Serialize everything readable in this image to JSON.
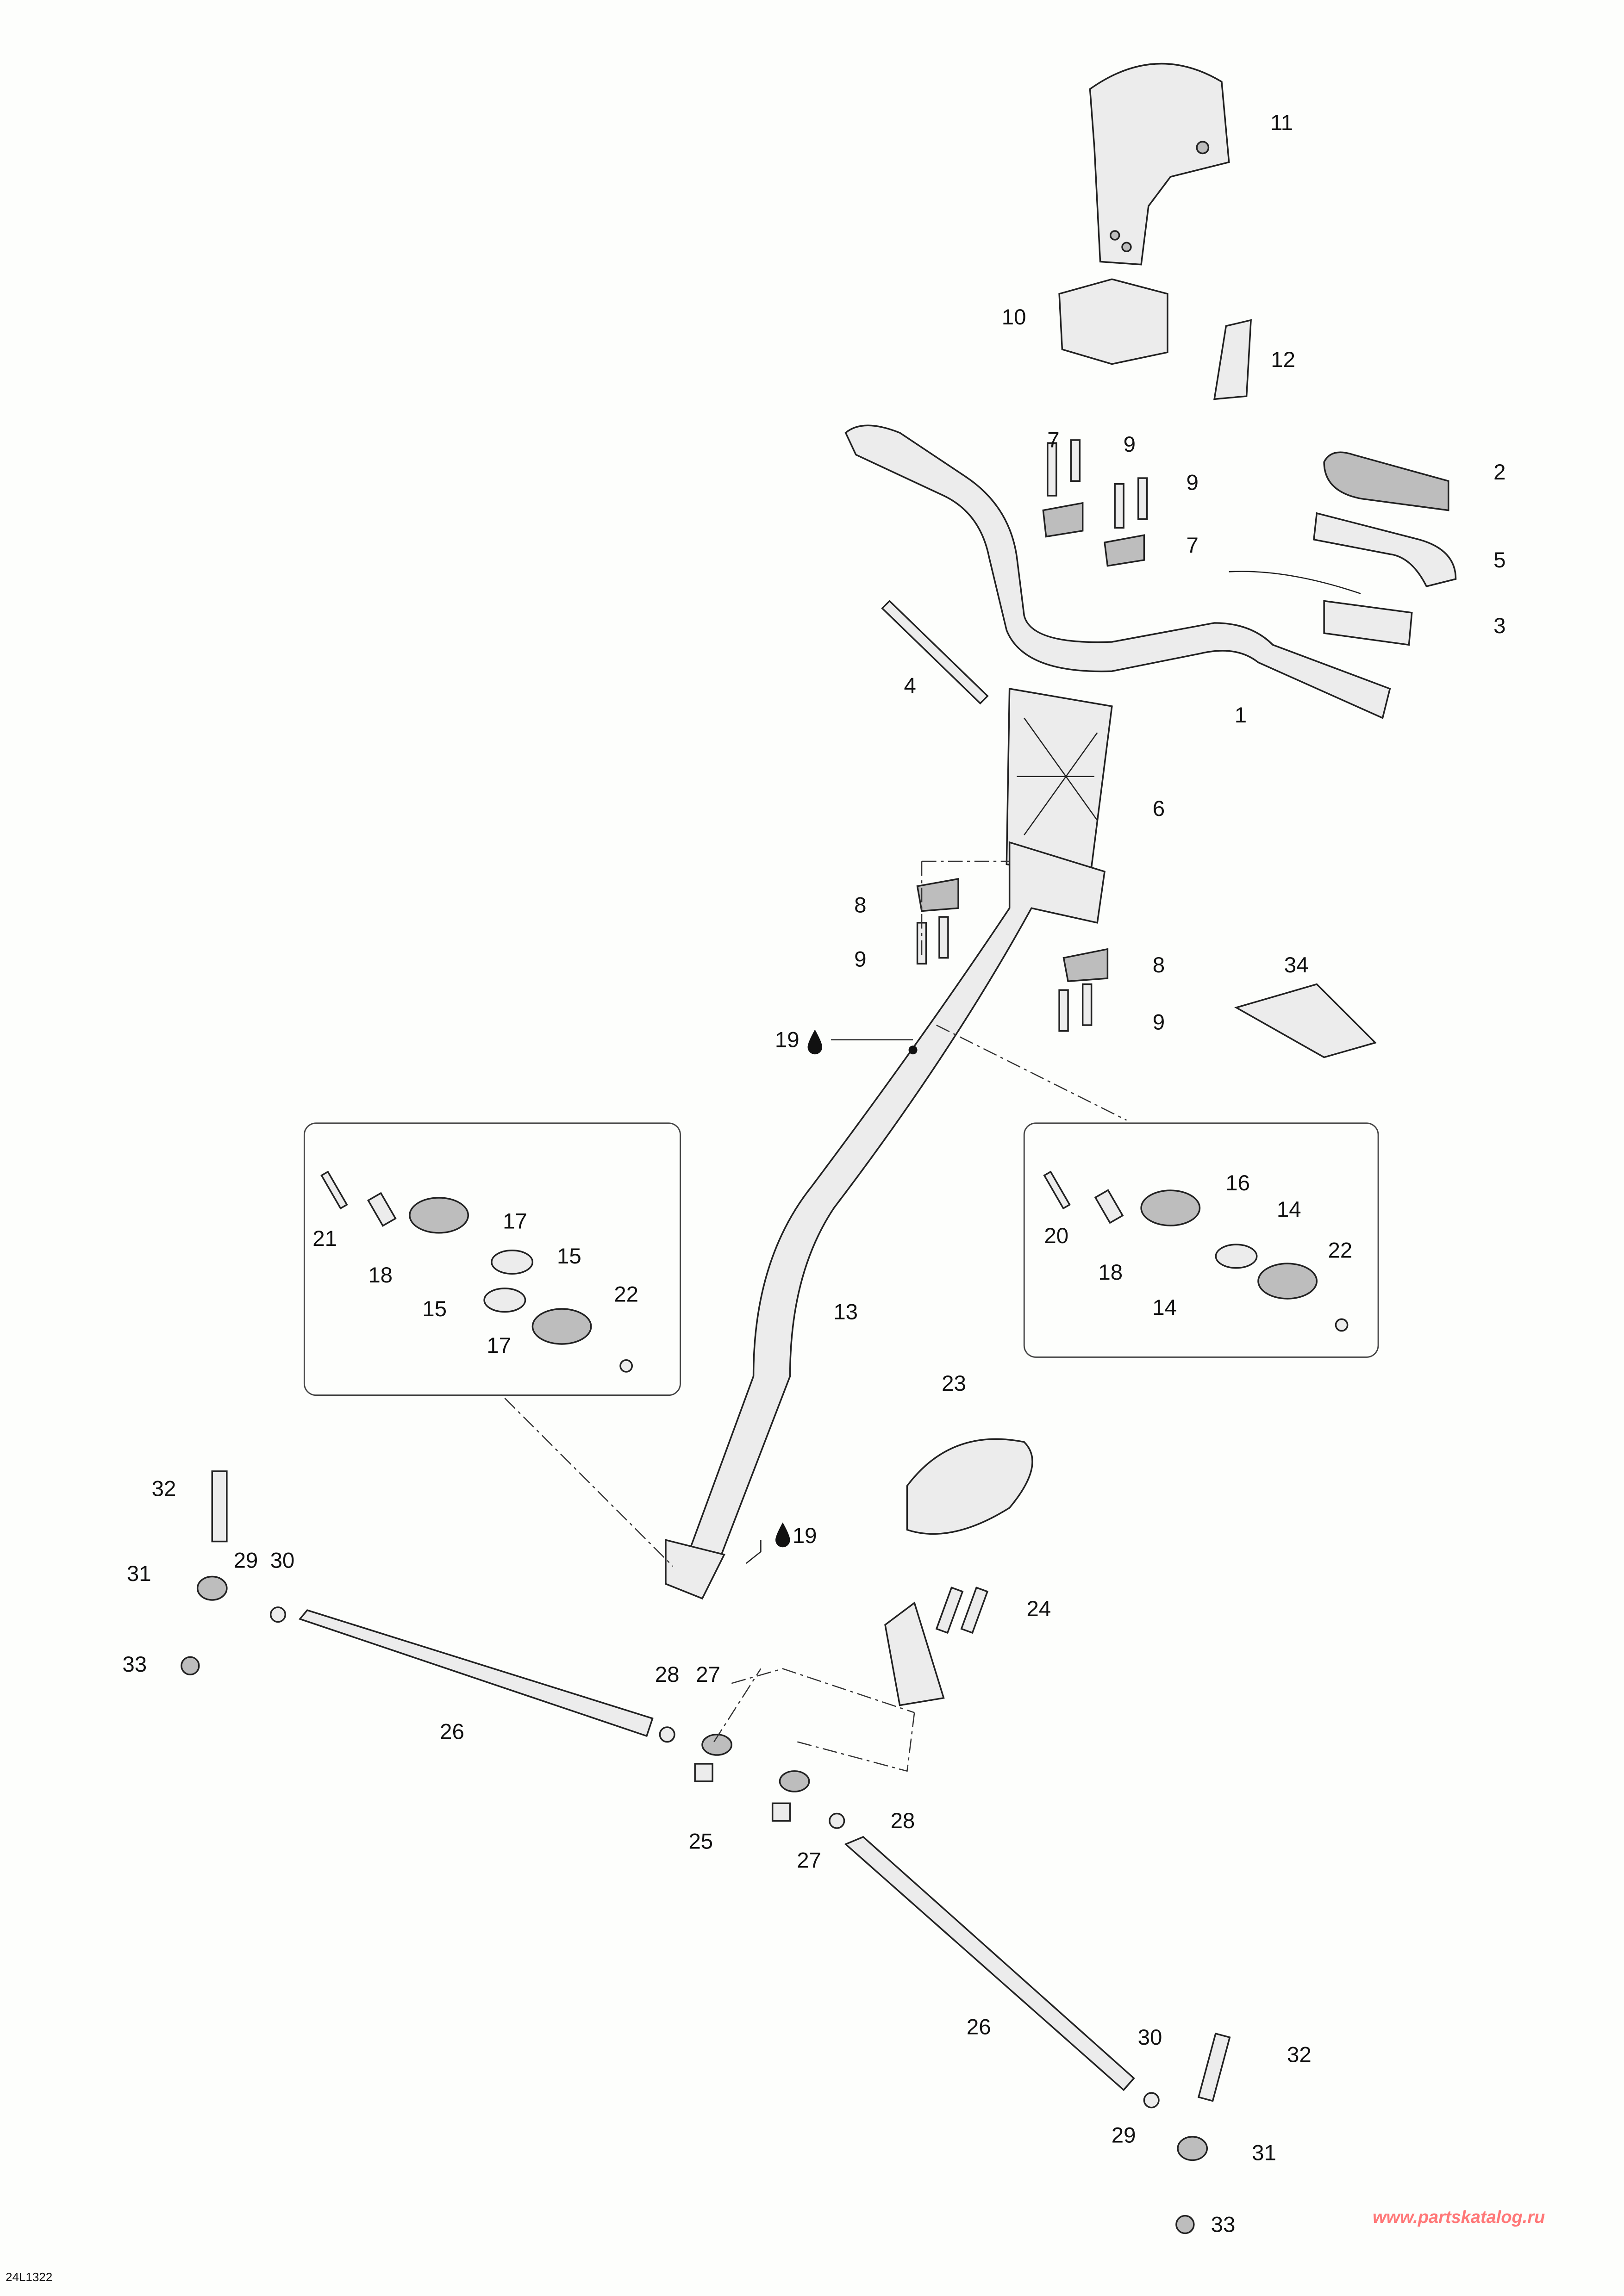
{
  "diagram_code": "24L1322",
  "watermark": "www.partskatalog.ru",
  "callouts": [
    "11",
    "10",
    "12",
    "9",
    "7",
    "9",
    "2",
    "7",
    "5",
    "3",
    "4",
    "1",
    "6",
    "8",
    "9",
    "8",
    "34",
    "9",
    "19",
    "21",
    "18",
    "17",
    "15",
    "15",
    "17",
    "22",
    "13",
    "20",
    "18",
    "16",
    "14",
    "14",
    "22",
    "23",
    "19",
    "32",
    "31",
    "29",
    "30",
    "33",
    "24",
    "28",
    "27",
    "26",
    "25",
    "27",
    "28",
    "26",
    "30",
    "32",
    "29",
    "31",
    "33"
  ],
  "colors": {
    "line": "#222222",
    "watermark": "#ff7878",
    "background": "#fdfefc"
  }
}
